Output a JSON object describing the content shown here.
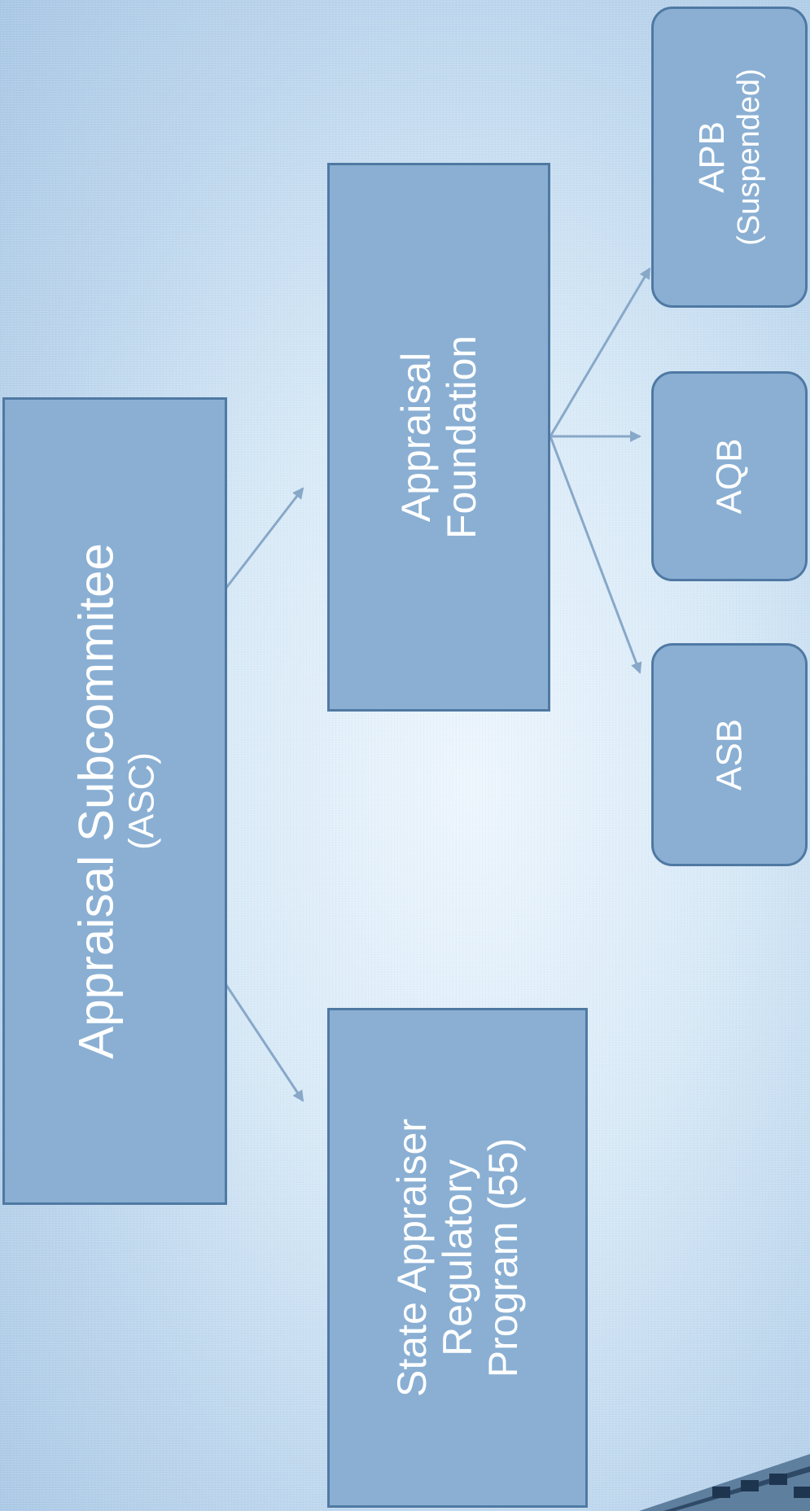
{
  "diagram": {
    "asc": {
      "title": "Appraisal Subcommitee",
      "subtitle": "(ASC)"
    },
    "af": {
      "line1": "Appraisal",
      "line2": "Foundation"
    },
    "sarp": {
      "line1": "State Appraiser",
      "line2": "Regulatory",
      "line3": "Program (55)"
    },
    "apb": {
      "title": "APB",
      "subtitle": "(Suspended)"
    },
    "aqb": {
      "title": "AQB"
    },
    "asb": {
      "title": "ASB"
    }
  },
  "colors": {
    "box_fill": "#8aafd3",
    "box_border": "#4f79a3",
    "connector": "#88a8c8",
    "text": "#ffffff"
  }
}
